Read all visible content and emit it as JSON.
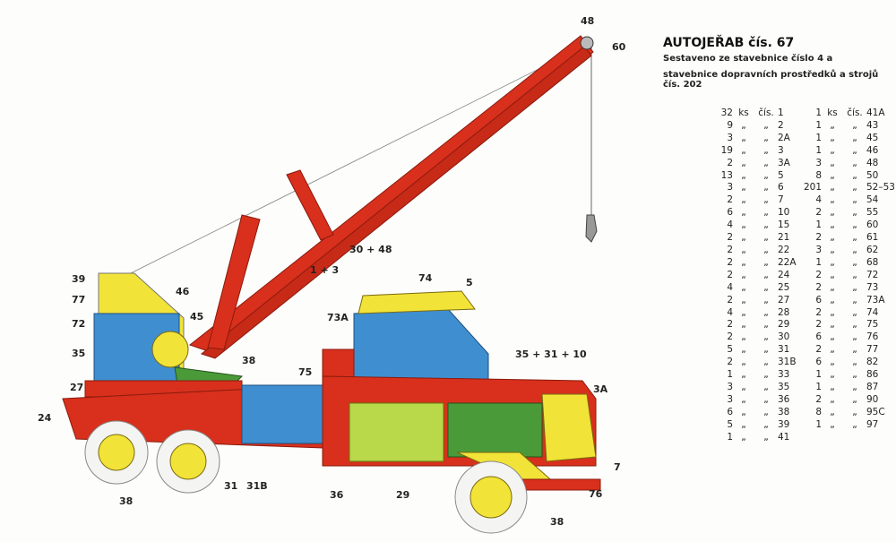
{
  "title": "AUTOJEŘAB čís. 67",
  "subtitle_line1": "Sestaveno ze stavebnice číslo 4 a",
  "subtitle_line2": "stavebnice dopravních prostředků a strojů čís. 202",
  "units": {
    "qty": "ks",
    "no": "čís.",
    "ditto": "„"
  },
  "parts_left": [
    {
      "qty": "32",
      "no": "1"
    },
    {
      "qty": "9",
      "no": "2"
    },
    {
      "qty": "3",
      "no": "2A"
    },
    {
      "qty": "19",
      "no": "3"
    },
    {
      "qty": "2",
      "no": "3A"
    },
    {
      "qty": "13",
      "no": "5"
    },
    {
      "qty": "3",
      "no": "6"
    },
    {
      "qty": "2",
      "no": "7"
    },
    {
      "qty": "6",
      "no": "10"
    },
    {
      "qty": "4",
      "no": "15"
    },
    {
      "qty": "2",
      "no": "21"
    },
    {
      "qty": "2",
      "no": "22"
    },
    {
      "qty": "2",
      "no": "22A"
    },
    {
      "qty": "2",
      "no": "24"
    },
    {
      "qty": "4",
      "no": "25"
    },
    {
      "qty": "2",
      "no": "27"
    },
    {
      "qty": "4",
      "no": "28"
    },
    {
      "qty": "2",
      "no": "29"
    },
    {
      "qty": "2",
      "no": "30"
    },
    {
      "qty": "5",
      "no": "31"
    },
    {
      "qty": "2",
      "no": "31B"
    },
    {
      "qty": "1",
      "no": "33"
    },
    {
      "qty": "3",
      "no": "35"
    },
    {
      "qty": "3",
      "no": "36"
    },
    {
      "qty": "6",
      "no": "38"
    },
    {
      "qty": "5",
      "no": "39"
    },
    {
      "qty": "1",
      "no": "41"
    }
  ],
  "parts_right": [
    {
      "qty": "1",
      "no": "41A"
    },
    {
      "qty": "1",
      "no": "43"
    },
    {
      "qty": "1",
      "no": "45"
    },
    {
      "qty": "1",
      "no": "46"
    },
    {
      "qty": "3",
      "no": "48"
    },
    {
      "qty": "8",
      "no": "50"
    },
    {
      "qty": "201",
      "no": "52–53"
    },
    {
      "qty": "4",
      "no": "54"
    },
    {
      "qty": "2",
      "no": "55"
    },
    {
      "qty": "1",
      "no": "60"
    },
    {
      "qty": "2",
      "no": "61"
    },
    {
      "qty": "3",
      "no": "62"
    },
    {
      "qty": "1",
      "no": "68"
    },
    {
      "qty": "2",
      "no": "72"
    },
    {
      "qty": "2",
      "no": "73"
    },
    {
      "qty": "6",
      "no": "73A"
    },
    {
      "qty": "2",
      "no": "74"
    },
    {
      "qty": "2",
      "no": "75"
    },
    {
      "qty": "6",
      "no": "76"
    },
    {
      "qty": "2",
      "no": "77"
    },
    {
      "qty": "6",
      "no": "82"
    },
    {
      "qty": "1",
      "no": "86"
    },
    {
      "qty": "1",
      "no": "87"
    },
    {
      "qty": "2",
      "no": "90"
    },
    {
      "qty": "8",
      "no": "95C"
    },
    {
      "qty": "1",
      "no": "97"
    }
  ],
  "callouts": {
    "c48": "48",
    "c60": "60",
    "c30_48": "30 + 48",
    "c1_3": "1 + 3",
    "c39": "39",
    "c77": "77",
    "c46": "46",
    "c72": "72",
    "c45": "45",
    "c35": "35",
    "c38a": "38",
    "c27": "27",
    "c24": "24",
    "c75": "75",
    "c73A": "73A",
    "c74": "74",
    "c5": "5",
    "c35_31_10": "35 + 31 + 10",
    "c3A": "3A",
    "c7": "7",
    "c76": "76",
    "c38b": "38",
    "c29": "29",
    "c36": "36",
    "c31": "31",
    "c31B": "31B",
    "c38c": "38"
  },
  "colors": {
    "red": "#d8301c",
    "yellow": "#f2e338",
    "blue": "#3f8fd0",
    "green": "#4a9a3a",
    "lime": "#b9d84a"
  }
}
